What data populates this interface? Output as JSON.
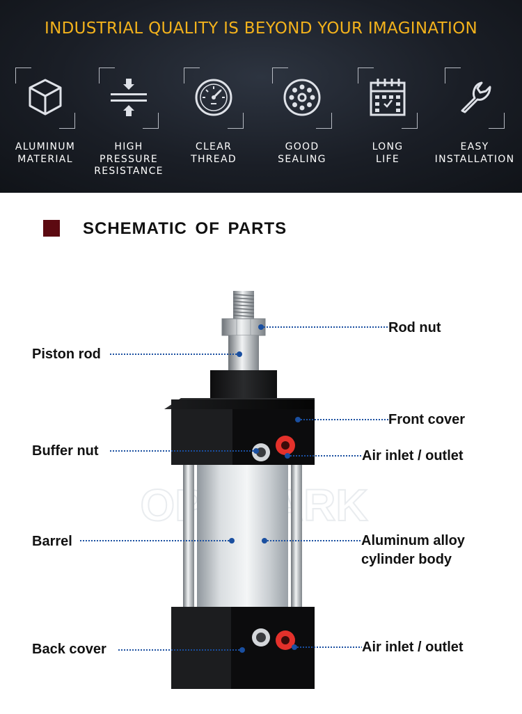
{
  "banner": {
    "title": "INDUSTRIAL QUALITY IS BEYOND YOUR IMAGINATION",
    "title_color": "#f3b21c",
    "features": [
      {
        "icon": "cube-icon",
        "label": "ALUMINUM\nMATERIAL"
      },
      {
        "icon": "pressure-icon",
        "label": "HIGH\nPRESSURE\nRESISTANCE"
      },
      {
        "icon": "gauge-icon",
        "label": "CLEAR\nTHREAD"
      },
      {
        "icon": "seal-ring-icon",
        "label": "GOOD\nSEALING"
      },
      {
        "icon": "calendar-icon",
        "label": "LONG\nLIFE"
      },
      {
        "icon": "wrench-icon",
        "label": "EASY\nINSTALLATION"
      }
    ]
  },
  "section": {
    "title": "SCHEMATIC  OF  PARTS",
    "marker_color": "#5c0a11"
  },
  "parts": {
    "rod_nut": "Rod nut",
    "piston_rod": "Piston rod",
    "front_cover": "Front cover",
    "buffer_nut": "Buffer nut",
    "air_inlet_top": "Air inlet / outlet",
    "barrel": "Barrel",
    "body_line1": "Aluminum alloy",
    "body_line2": "cylinder body",
    "back_cover": "Back cover",
    "air_inlet_bottom": "Air inlet / outlet"
  },
  "watermark": "OPPMARK",
  "leader_color": "#1a4fa0"
}
